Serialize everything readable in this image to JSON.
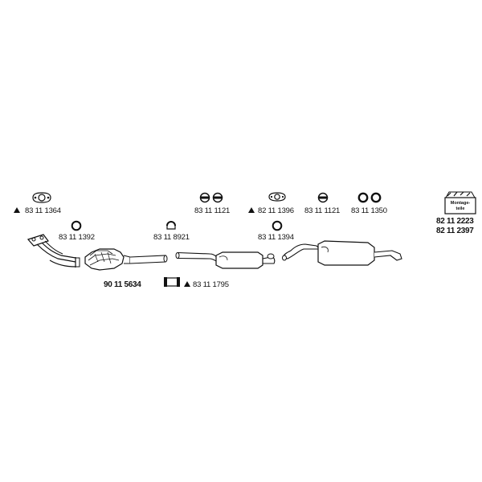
{
  "labels": {
    "gasket_flange_front": "83 11 1364",
    "ring_front": "83 11 1392",
    "catalyst": "90 11 5634",
    "clamp": "83 11 8921",
    "connector_sleeve": "83 11 1795",
    "hanger_pair_1": "83 11 1121",
    "gasket_flange_mid": "82 11 1396",
    "ring_mid": "83 11 1394",
    "hanger_pair_2": "83 11 1121",
    "rings_rear": "83 11 1350",
    "kit_1": "82 11 2223",
    "kit_2": "82 11 2397",
    "kit_box_text": "Montage-\nteile"
  }
}
